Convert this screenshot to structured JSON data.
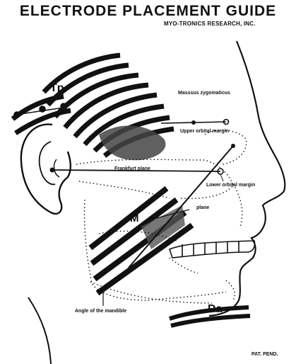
{
  "header": {
    "title": "ELECTRODE PLACEMENT GUIDE",
    "company": "MYO-TRONICS RESEARCH, INC."
  },
  "labels": {
    "tp": "Tp",
    "masseter": "M",
    "da": "Da",
    "zygomaticus": "Masssus zygomaticus",
    "upper_orbital": "Upper orbital margin",
    "frankfurt": "Frankfurt plane",
    "lower_orbital": "Lower orbital margin",
    "occlusal": "plane",
    "angle_mandible": "Angle of the mandible",
    "patent": "PAT. PEND."
  }
}
